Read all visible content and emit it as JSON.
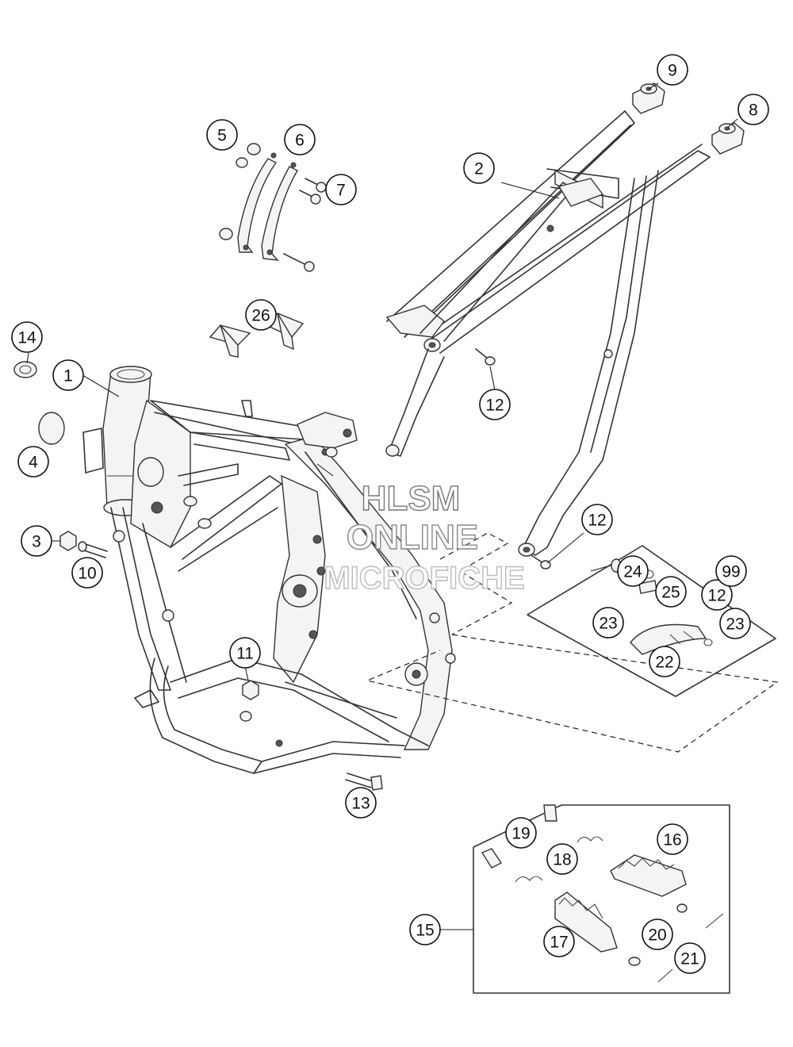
{
  "callouts": [
    {
      "label": "1"
    },
    {
      "label": "2"
    },
    {
      "label": "3"
    },
    {
      "label": "4"
    },
    {
      "label": "5"
    },
    {
      "label": "6"
    },
    {
      "label": "7"
    },
    {
      "label": "8"
    },
    {
      "label": "9"
    },
    {
      "label": "10"
    },
    {
      "label": "11"
    },
    {
      "label": "12"
    },
    {
      "label": "12"
    },
    {
      "label": "12"
    },
    {
      "label": "13"
    },
    {
      "label": "14"
    },
    {
      "label": "15"
    },
    {
      "label": "16"
    },
    {
      "label": "17"
    },
    {
      "label": "18"
    },
    {
      "label": "19"
    },
    {
      "label": "20"
    },
    {
      "label": "21"
    },
    {
      "label": "22"
    },
    {
      "label": "23"
    },
    {
      "label": "23"
    },
    {
      "label": "24"
    },
    {
      "label": "25"
    },
    {
      "label": "26"
    },
    {
      "label": "99"
    }
  ],
  "watermark": {
    "line1": "HLSM",
    "line2": "ONLINE",
    "line3": "MICROFICHE",
    "color": "#bbbbbb"
  }
}
